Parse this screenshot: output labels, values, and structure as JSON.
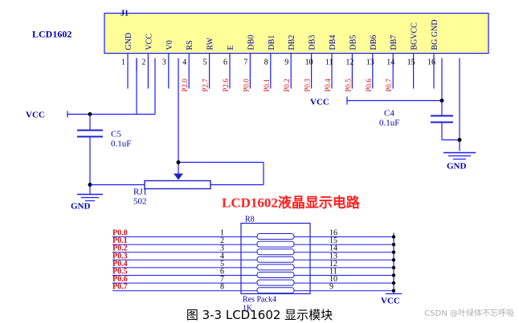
{
  "connector": {
    "ref": "J1",
    "title": "LCD1602",
    "pin_names": [
      "GND",
      "VCC",
      "V0",
      "RS",
      "RW",
      "E",
      "DB0",
      "DB1",
      "DB2",
      "DB3",
      "DB4",
      "DB5",
      "DB6",
      "DB7",
      "BGVCC",
      "BG GND"
    ],
    "pin_numbers": [
      "1",
      "2",
      "3",
      "4",
      "5",
      "6",
      "7",
      "8",
      "9",
      "10",
      "11",
      "12",
      "13",
      "14",
      "15",
      "16"
    ],
    "nets": [
      "",
      "",
      "",
      "P2.0",
      "P2.7",
      "P2.6",
      "P0.0",
      "P0.1",
      "P0.2",
      "P0.3",
      "P0.4",
      "P0.5",
      "P0.6",
      "P0.7",
      "",
      ""
    ]
  },
  "power": {
    "vcc_left": "VCC",
    "vcc_right": "VCC",
    "gnd_left": "GND",
    "gnd_right": "GND",
    "vcc_bottom": "VCC"
  },
  "c5": {
    "ref": "C5",
    "value": "0.1uF"
  },
  "c4": {
    "ref": "C4",
    "value": "0.1uF"
  },
  "rj1": {
    "ref": "RJ1",
    "value": "502"
  },
  "heading": "LCD1602液晶显示电路",
  "r8": {
    "ref": "R8",
    "part": "Res Pack4",
    "value": "1K",
    "nets": [
      "P0.0",
      "P0.1",
      "P0.2",
      "P0.3",
      "P0.4",
      "P0.5",
      "P0.6",
      "P0.7"
    ],
    "left_pins": [
      "1",
      "2",
      "3",
      "4",
      "5",
      "6",
      "7",
      "8"
    ],
    "right_pins": [
      "16",
      "15",
      "14",
      "13",
      "12",
      "11",
      "10",
      "9"
    ]
  },
  "caption": "图 3-3 LCD1602 显示模块",
  "watermark": "CSDN @叶绿体不忘呼吸",
  "colors": {
    "wire": "#1a1aff",
    "part": "#2020cc",
    "label": "#0000aa",
    "heading": "#ff2020",
    "net": "#d01010"
  }
}
